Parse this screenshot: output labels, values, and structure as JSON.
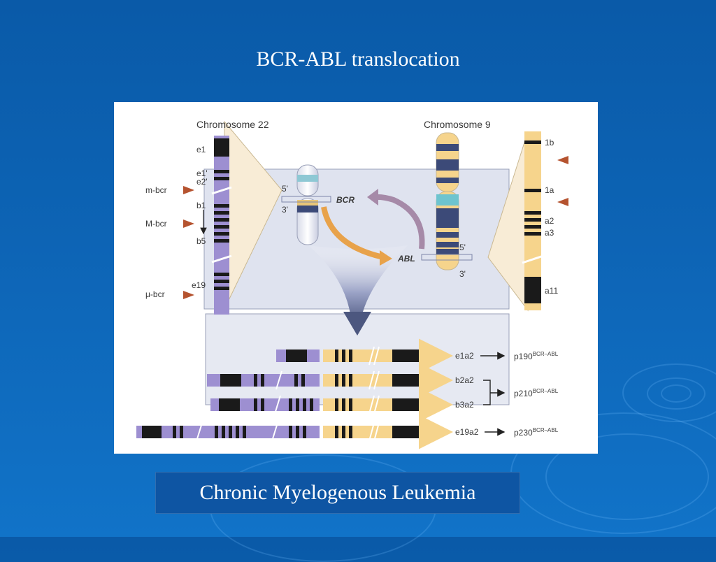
{
  "slide": {
    "title": "BCR-ABL translocation",
    "caption": "Chronic Myelogenous Leukemia"
  },
  "figure": {
    "chromosome22_label": "Chromosome 22",
    "chromosome9_label": "Chromosome 9",
    "bcr_gene_label": "BCR",
    "abl_gene_label": "ABL",
    "prime5": "5'",
    "prime3": "3'",
    "bcr_exons": [
      "e1",
      "e1'",
      "e2'",
      "b1",
      "b5",
      "e19"
    ],
    "abl_exons": [
      "1b",
      "1a",
      "a2",
      "a3",
      "a11"
    ],
    "breakpoint_regions": [
      "m-bcr",
      "M-bcr",
      "μ-bcr"
    ],
    "fusion_transcripts": [
      {
        "junction": "e1a2",
        "protein": "p190",
        "superscript": "BCR–ABL"
      },
      {
        "junction": "b2a2",
        "protein": "p210",
        "superscript": "BCR–ABL"
      },
      {
        "junction": "b3a2",
        "protein": "",
        "superscript": ""
      },
      {
        "junction": "e19a2",
        "protein": "p230",
        "superscript": "BCR–ABL"
      }
    ]
  },
  "colors": {
    "background": "#0d64b5",
    "chr22_lavender": "#9d8fd1",
    "chr9_yellow": "#f6d48c",
    "band_navy": "#3c4a78",
    "arrow_orange": "#e8a24a",
    "arrow_mauve": "#a68aa8",
    "marker_red": "#b5532f"
  }
}
